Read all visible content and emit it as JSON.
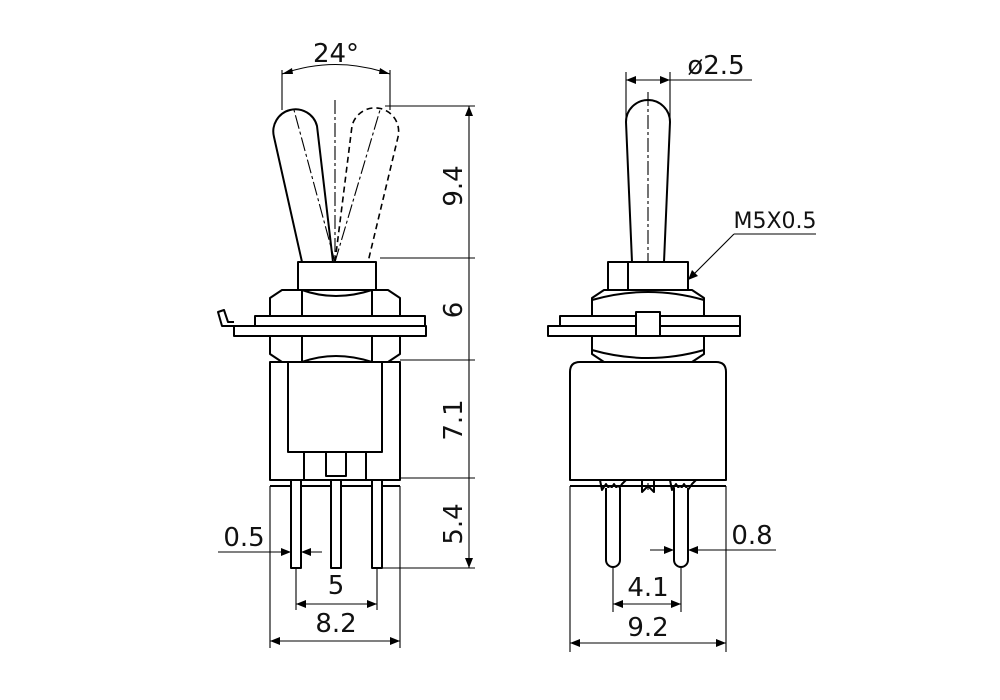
{
  "front_view": {
    "angle_label": "24°",
    "dim_handle_height": "9.4",
    "dim_bushing_height": "6",
    "dim_body_height": "7.1",
    "dim_pin_length": "5.4",
    "dim_pin_thickness": "0.5",
    "dim_pin_pitch": "5",
    "dim_body_width": "8.2"
  },
  "side_view": {
    "dim_handle_diameter": "ø2.5",
    "dim_thread": "M5X0.5",
    "dim_pin_width": "0.8",
    "dim_pin_spacing": "4.1",
    "dim_body_width": "9.2"
  }
}
